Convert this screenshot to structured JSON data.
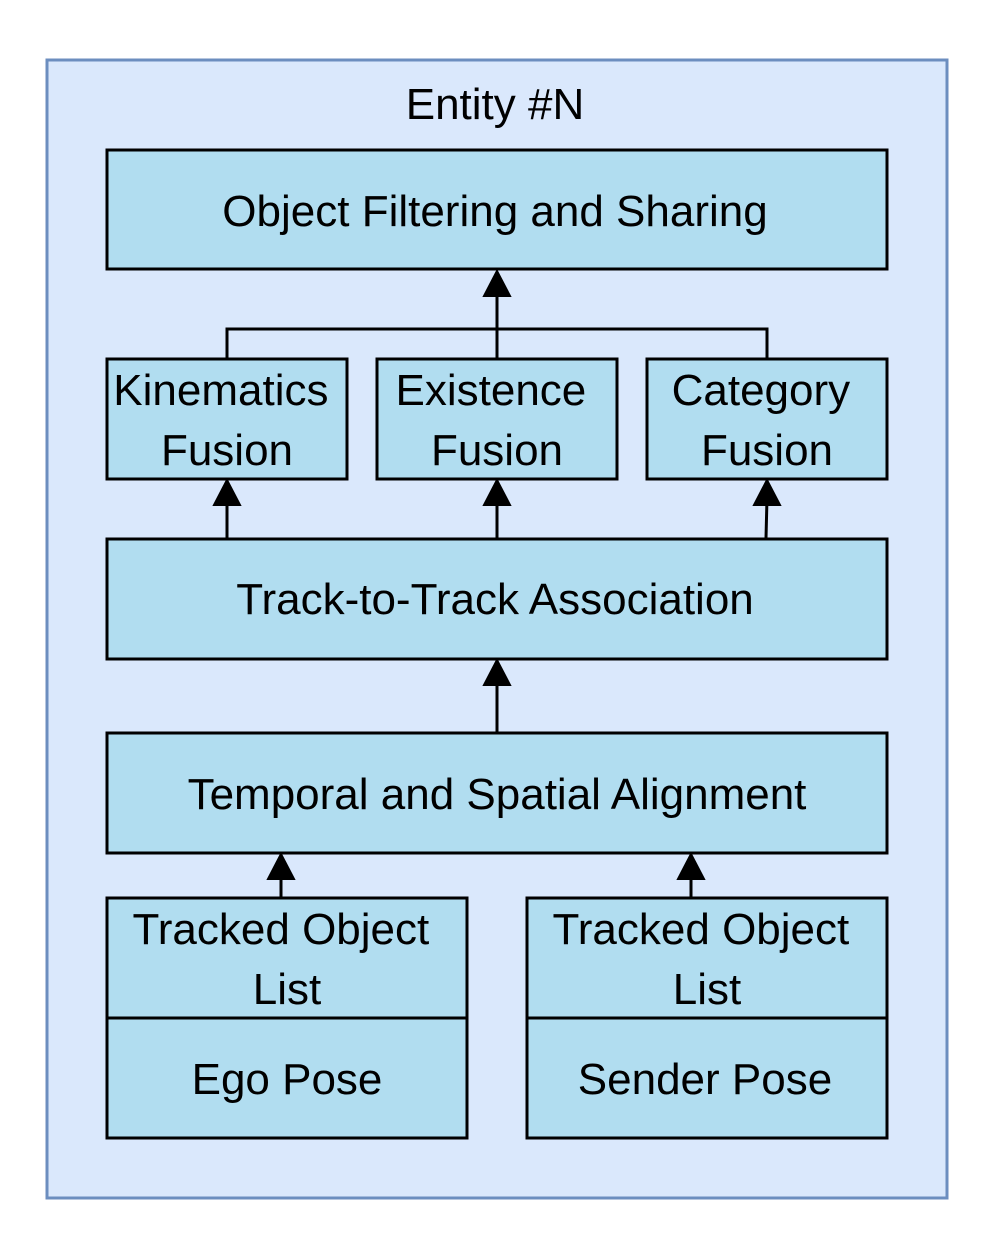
{
  "container": {
    "title": "Entity #N"
  },
  "boxes": {
    "object_filtering": "Object Filtering and Sharing",
    "kinematics_fusion": [
      "Kinematics",
      "Fusion"
    ],
    "existence_fusion": [
      "Existence",
      "Fusion"
    ],
    "category_fusion": [
      "Category",
      "Fusion"
    ],
    "track_association": "Track-to-Track Association",
    "temporal_spatial_alignment": "Temporal and Spatial Alignment",
    "tracked_object_list_ego": [
      "Tracked Object",
      "List"
    ],
    "ego_pose": "Ego Pose",
    "tracked_object_list_sender": [
      "Tracked Object",
      "List"
    ],
    "sender_pose": "Sender Pose"
  },
  "colors": {
    "container_fill": "#dae8fc",
    "container_stroke": "#6c8ebf",
    "box_fill": "#b1ddf0",
    "box_stroke": "#000000"
  }
}
